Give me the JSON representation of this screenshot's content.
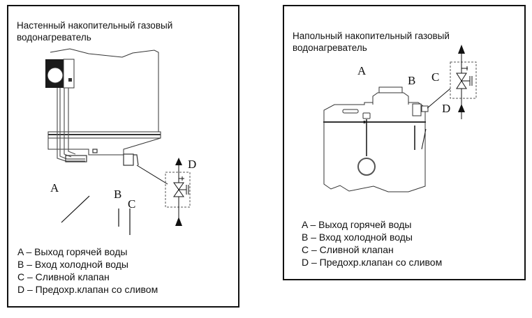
{
  "wall_heater": {
    "title_line1": "Настенный накопительный газовый",
    "title_line2": "водонагреватель",
    "labels": {
      "a": "A",
      "b": "B",
      "c": "C",
      "d": "D"
    },
    "legend": [
      "A – Выход горячей воды",
      "B – Вход холодной воды",
      "C – Сливной клапан",
      "D – Предохр.клапан со сливом"
    ]
  },
  "floor_heater": {
    "title_line1": "Напольный накопительный газовый",
    "title_line2": "водонагреватель",
    "labels": {
      "a": "A",
      "b": "B",
      "c": "C",
      "d": "D"
    },
    "legend": [
      "A – Выход горячей воды",
      "B – Вход холодной воды",
      "C – Сливной клапан",
      "D – Предохр.клапан со сливом"
    ]
  },
  "colors": {
    "line": "#111111",
    "gray": "#777777",
    "control_dark": "#1a1a1a"
  }
}
